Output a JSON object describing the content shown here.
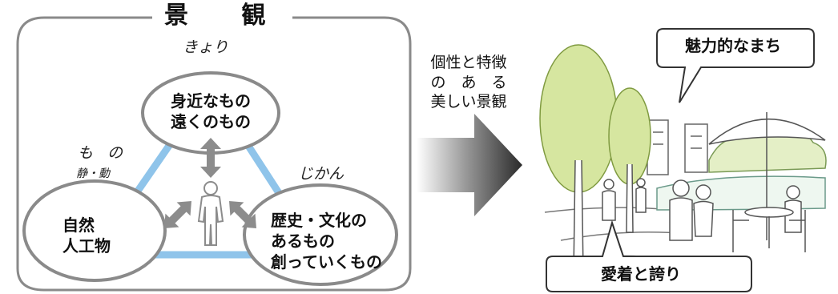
{
  "left_panel": {
    "title": "景 観",
    "distance_label": "きょり",
    "things_label": "も の",
    "static_dynamic_label": "静・動",
    "time_label": "じかん",
    "circle_top": [
      "身近なもの",
      "遠くのもの"
    ],
    "circle_left": [
      "自然",
      "人工物"
    ],
    "circle_right": [
      "歴史・文化の",
      "あるもの",
      "創っていくもの"
    ]
  },
  "middle": {
    "lines": [
      "個性と特徴",
      "の　あ　る",
      "美しい景観"
    ]
  },
  "right_panel": {
    "bubble_top": "魅力的なまち",
    "bubble_bottom": "愛着と誇り"
  },
  "colors": {
    "frame": "#8a8a8a",
    "triangle": "#8fc4ea",
    "arrow": "#8c8c8c",
    "tree": "#d6e6a0"
  }
}
